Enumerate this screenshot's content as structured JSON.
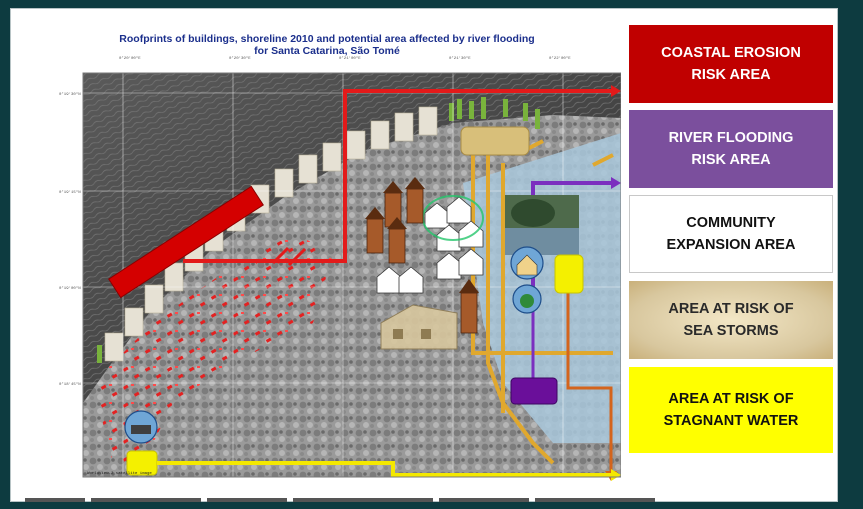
{
  "map": {
    "title_line1": "Roofprints of buildings, shoreline 2010  and potential area affected by river flooding",
    "title_line2": "for Santa Catarina, São Tomé"
  },
  "legend": [
    {
      "line1": "COASTAL EROSION",
      "line2": "RISK AREA",
      "bg": "#c00000",
      "fg": "#ffffff"
    },
    {
      "line1": "RIVER FLOODING",
      "line2": "RISK AREA",
      "bg": "#7b4f9d",
      "fg": "#ffffff"
    },
    {
      "line1": "COMMUNITY",
      "line2": "EXPANSION AREA",
      "bg": "#ffffff",
      "fg": "#111111"
    },
    {
      "line1": "AREA AT RISK OF",
      "line2": "SEA STORMS",
      "bg": "#d8c79e",
      "fg": "#2a2a2a"
    },
    {
      "line1": "AREA AT RISK OF",
      "line2": "STAGNANT WATER",
      "bg": "#ffff00",
      "fg": "#111111"
    }
  ],
  "colors": {
    "erosion": "#d40000",
    "flooding": "#7b2fbf",
    "stagnant": "#f4e800",
    "storm": "#e0a82e",
    "orange_path": "#d4641c",
    "sea": "#4a4a4a",
    "flood_zone": "#a9c8dc"
  }
}
